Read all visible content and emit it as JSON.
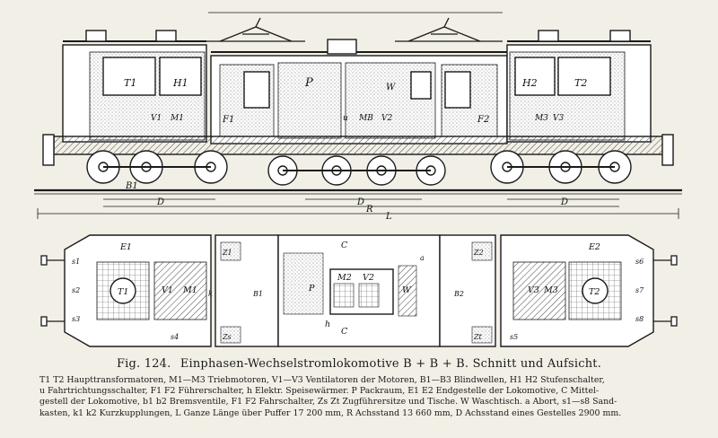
{
  "figure": {
    "number": "Fig. 124.",
    "title": "Einphasen-Wechselstromlokomotive B + B + B.  Schnitt und Aufsicht."
  },
  "legend": {
    "line1": "T1 T2 Haupttransformatoren, M1—M3 Triebmotoren, V1—V3 Ventilatoren der Motoren, B1—B3 Blindwellen, H1 H2 Stufenschalter,",
    "line2": "u Fahrtrichtungsschalter, F1 F2 Führerschalter, h Elektr. Speisewärmer. P Packraum, E1 E2 Endgestelle der Lokomotive, C Mittel-",
    "line3": "gestell der Lokomotive, b1 b2 Bremsventile, F1 F2 Fahrschalter, Zs Zt Zugführersitze und Tische. W Waschtisch. a Abort, s1—s8 Sand-",
    "line4": "kasten, k1 k2 Kurzkupplungen, L Ganze Länge über Puffer 17 200 mm, R Achsstand 13 660 mm, D Achsstand eines Gestelles 2900 mm."
  },
  "side_view_labels": {
    "t1": "T1",
    "h1": "H1",
    "v1": "V1",
    "m1": "M1",
    "f1": "F1",
    "b1": "B1",
    "p": "P",
    "w": "W",
    "mb": "MB",
    "v2": "V2",
    "u": "u",
    "t2": "T2",
    "h2": "H2",
    "m3": "M3",
    "v3": "V3",
    "f2": "F2",
    "d_left": "D",
    "d_center": "D",
    "d_right": "D",
    "r": "R",
    "l": "L"
  },
  "plan_view_labels": {
    "e1": "E1",
    "e2": "E2",
    "t1": "T1",
    "t2": "T2",
    "m1": "M1",
    "m3": "M3",
    "v1": "V1",
    "v2": "V2",
    "v3": "V3",
    "m2": "M2",
    "c_top": "C",
    "c_bottom": "C",
    "p": "P",
    "w": "W",
    "h": "h",
    "s1": "s1",
    "s2": "s2",
    "s3": "s3",
    "s4": "s4",
    "s5": "s5",
    "s6": "s6",
    "s7": "s7",
    "s8": "s8",
    "z1": "Z1",
    "z2": "Z2",
    "zs": "Zs",
    "zt": "Zt",
    "b1": "B1",
    "b2": "B2",
    "k": "k",
    "a": "a"
  },
  "colors": {
    "ink": "#1a1a1a",
    "paper": "#f2efe6",
    "hatch": "#6b6b6b"
  }
}
